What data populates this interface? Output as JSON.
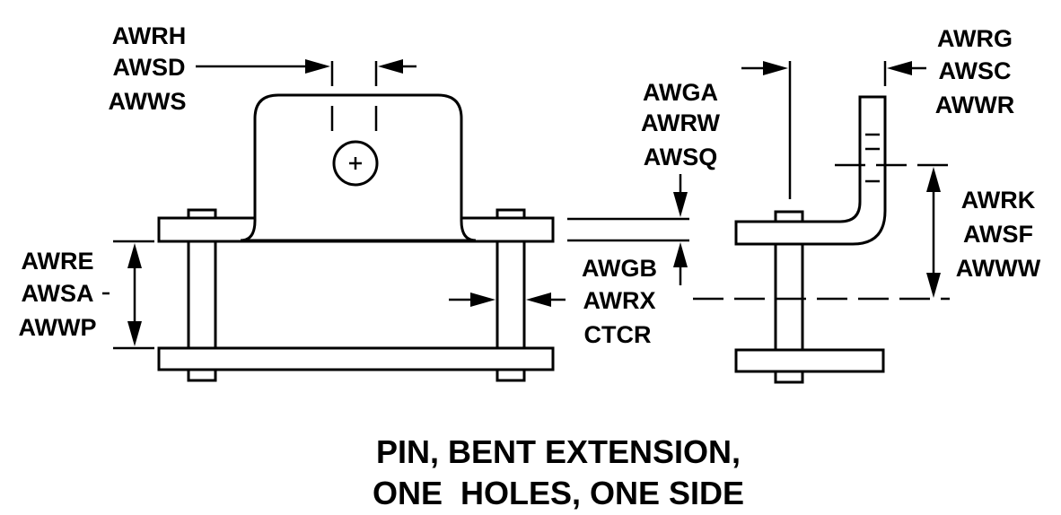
{
  "labels": {
    "top_left": [
      "AWRH",
      "AWSD",
      "AWWS"
    ],
    "top_right": [
      "AWRG",
      "AWSC",
      "AWWR"
    ],
    "middle_upper": [
      "AWGA",
      "AWRW",
      "AWSQ"
    ],
    "middle_lower": [
      "AWGB",
      "AWRX",
      "CTCR"
    ],
    "left": [
      "AWRE",
      "AWSA",
      "AWWP"
    ],
    "right": [
      "AWRK",
      "AWSF",
      "AWWW"
    ]
  },
  "title": [
    "PIN, BENT EXTENSION,",
    "ONE  HOLES, ONE SIDE"
  ]
}
